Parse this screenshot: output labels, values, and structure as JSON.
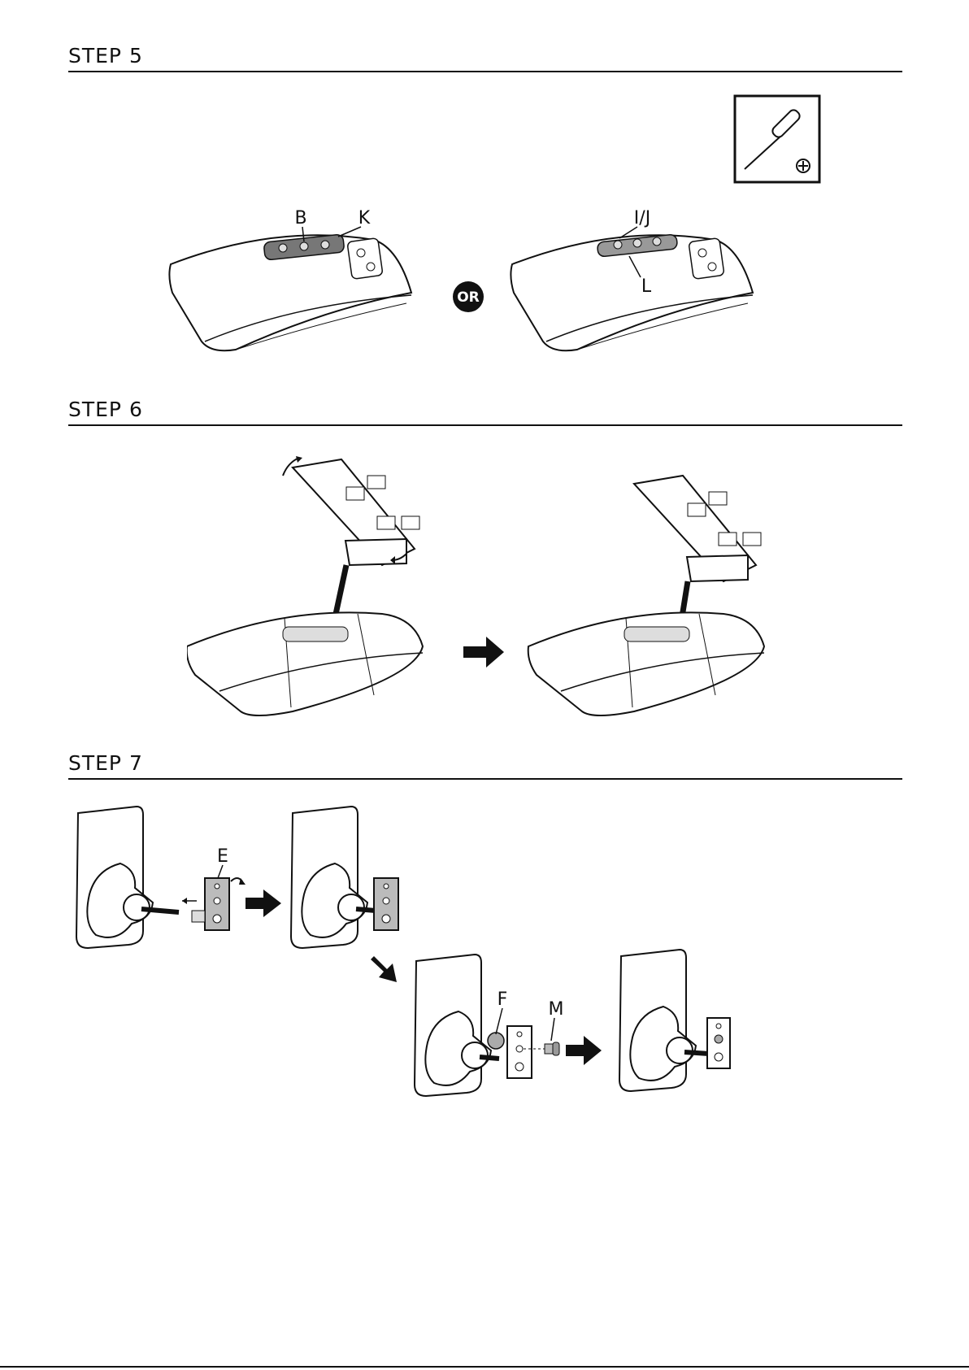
{
  "steps": [
    {
      "heading": "STEP 5"
    },
    {
      "heading": "STEP 6"
    },
    {
      "heading": "STEP 7"
    }
  ],
  "step5": {
    "tool_icon": "phillips-screwdriver-icon",
    "labels": {
      "b": "B",
      "k": "K",
      "ij": "I/J",
      "l": "L"
    },
    "or_badge": "OR"
  },
  "step7": {
    "labels": {
      "e": "E",
      "f": "F",
      "m": "M"
    }
  }
}
